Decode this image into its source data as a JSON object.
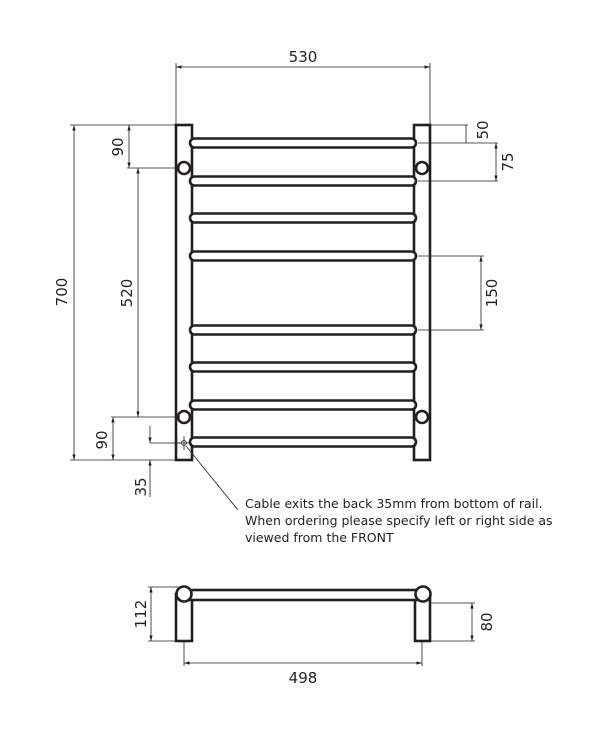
{
  "front_view": {
    "dimensions": {
      "overall_width": "530",
      "overall_height": "700",
      "top_bracket_offset": "90",
      "bracket_spacing": "520",
      "bottom_bracket_offset": "90",
      "cable_exit_height": "35",
      "top_rail_offset": "50",
      "rail_spacing_top": "75",
      "rail_gap_middle": "150"
    },
    "note": {
      "line1": "Cable exits the back 35mm from bottom of rail.",
      "line2": "When ordering please specify left or right side as",
      "line3": "viewed from the FRONT"
    }
  },
  "side_view": {
    "dimensions": {
      "total_depth": "112",
      "wall_to_rail": "80",
      "bracket_centres": "498"
    }
  },
  "colors": {
    "line": "#231f20",
    "background": "#ffffff"
  }
}
